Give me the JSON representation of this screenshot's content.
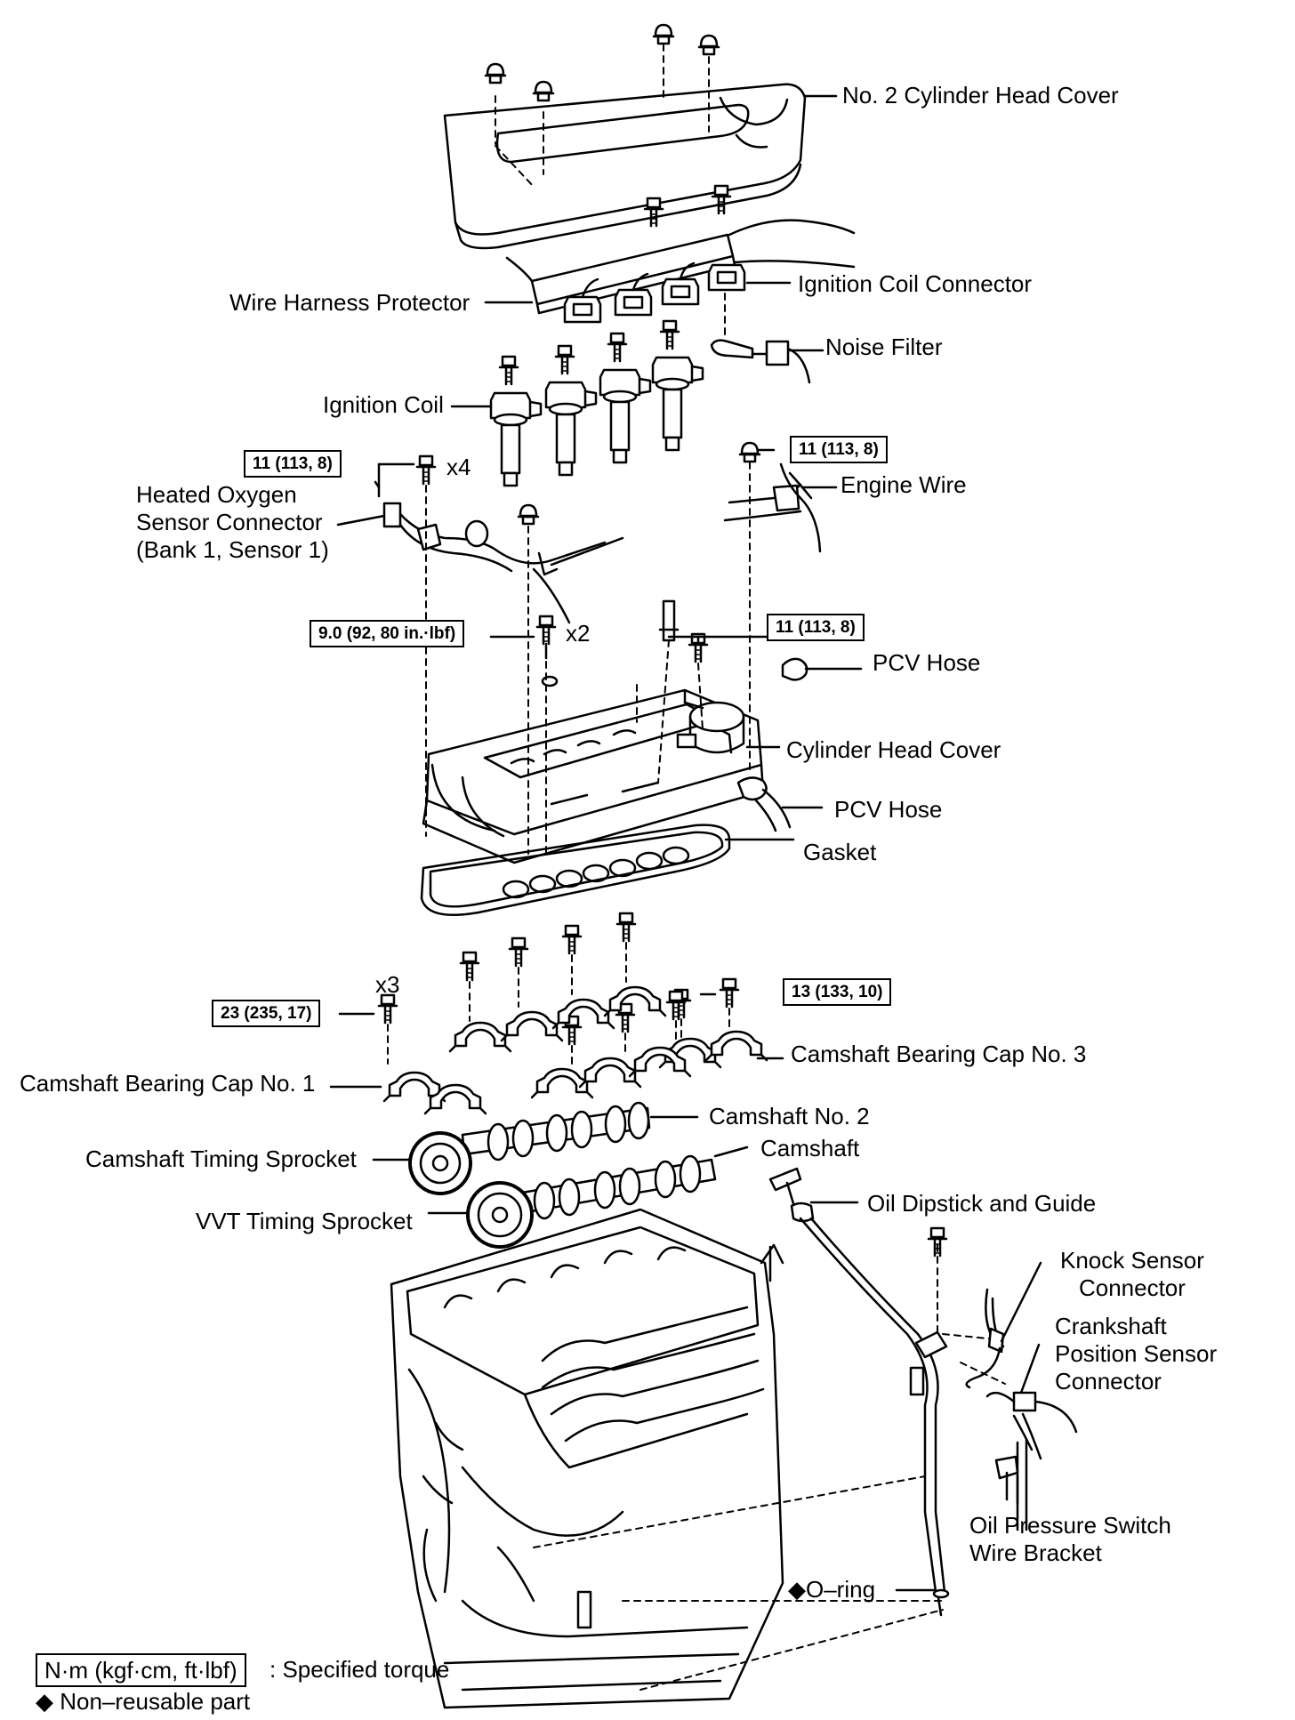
{
  "parts": {
    "no2_head_cover": "No. 2 Cylinder Head Cover",
    "ignition_coil_connector": "Ignition Coil Connector",
    "wire_harness_protector": "Wire Harness Protector",
    "noise_filter": "Noise Filter",
    "ignition_coil": "Ignition Coil",
    "heated_o2_connector": "Heated Oxygen\nSensor Connector\n(Bank 1, Sensor 1)",
    "engine_wire": "Engine Wire",
    "pcv_hose_upper": "PCV Hose",
    "cylinder_head_cover": "Cylinder Head Cover",
    "pcv_hose_lower": "PCV Hose",
    "gasket": "Gasket",
    "camshaft_bearing_cap_no3": "Camshaft Bearing Cap No. 3",
    "camshaft_bearing_cap_no1": "Camshaft Bearing Cap No. 1",
    "camshaft_no2": "Camshaft No. 2",
    "camshaft": "Camshaft",
    "camshaft_timing_sprocket": "Camshaft Timing Sprocket",
    "oil_dipstick_guide": "Oil Dipstick and Guide",
    "vvt_timing_sprocket": "VVT Timing Sprocket",
    "knock_sensor_connector": "Knock Sensor\nConnector",
    "crankshaft_position_connector": "Crankshaft\nPosition Sensor\nConnector",
    "oil_pressure_bracket": "Oil Pressure Switch\nWire Bracket",
    "o_ring": "◆O–ring"
  },
  "torques": {
    "t1": "11 (113, 8)",
    "t2": "11 (113, 8)",
    "t3": "9.0 (92, 80 in.·lbf)",
    "t4": "11 (113, 8)",
    "t5": "23 (235, 17)",
    "t6": "13 (133, 10)"
  },
  "quantities": {
    "q_x4": "x4",
    "q_x2": "x2",
    "q_x3": "x3"
  },
  "legend": {
    "torque_unit": "N·m (kgf·cm, ft·lbf)",
    "torque_desc": ": Specified torque",
    "non_reusable": "◆ Non–reusable part"
  }
}
